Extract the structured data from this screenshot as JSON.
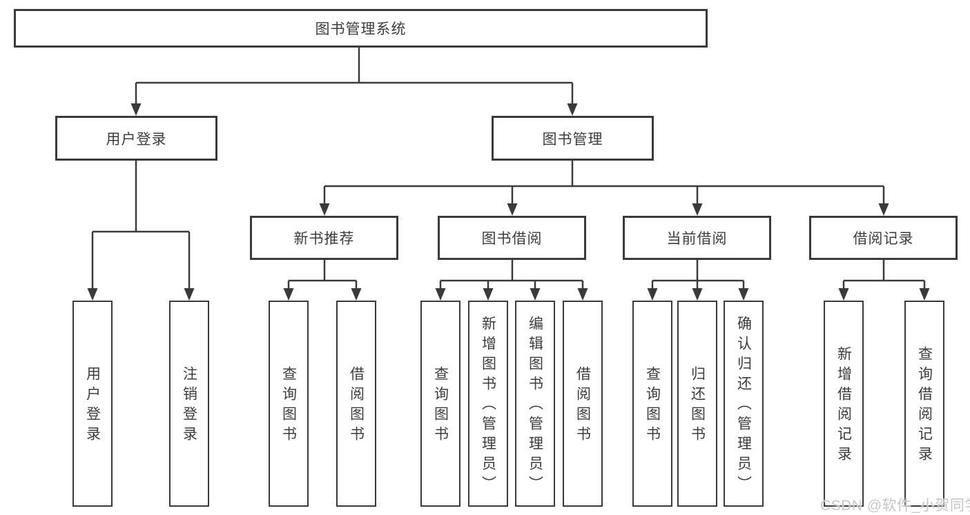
{
  "diagram": {
    "type": "tree",
    "root": {
      "label": "图书管理系统",
      "children": [
        {
          "label": "用户登录",
          "children": [
            {
              "label": "用户登录"
            },
            {
              "label": "注销登录"
            }
          ]
        },
        {
          "label": "图书管理",
          "children": [
            {
              "label": "新书推荐",
              "children": [
                {
                  "label": "查询图书"
                },
                {
                  "label": "借阅图书"
                }
              ]
            },
            {
              "label": "图书借阅",
              "children": [
                {
                  "label": "查询图书"
                },
                {
                  "label": "新增图书（管理员）"
                },
                {
                  "label": "编辑图书（管理员）"
                },
                {
                  "label": "借阅图书"
                }
              ]
            },
            {
              "label": "当前借阅",
              "children": [
                {
                  "label": "查询图书"
                },
                {
                  "label": "归还图书"
                },
                {
                  "label": "确认归还（管理员）"
                }
              ]
            },
            {
              "label": "借阅记录",
              "children": [
                {
                  "label": "新增借阅记录"
                },
                {
                  "label": "查询借阅记录"
                }
              ]
            }
          ]
        }
      ]
    },
    "colors": {
      "line": "#3a3a3a",
      "text": "#3c3c3c",
      "background": "#ffffff",
      "watermark": "#c6c6c6"
    }
  },
  "watermark": {
    "text": "CSDN @软件_小贺同学"
  }
}
